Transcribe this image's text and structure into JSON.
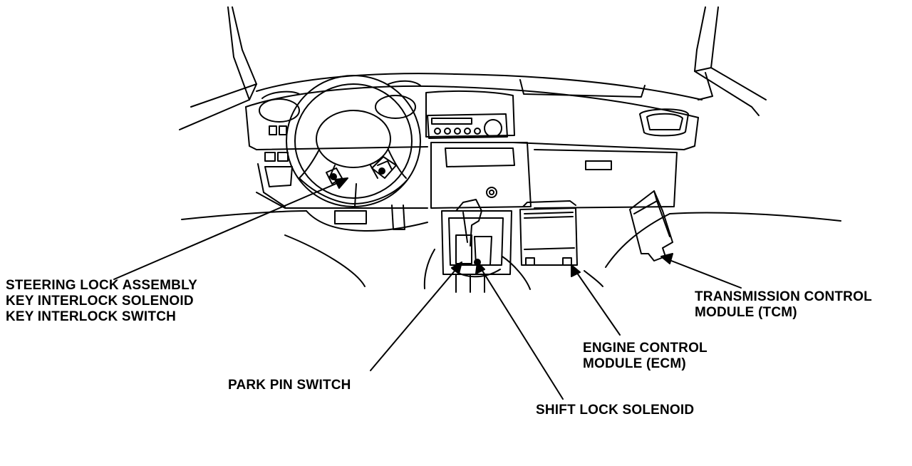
{
  "labels": {
    "steering_lock": [
      "STEERING LOCK ASSEMBLY",
      "KEY INTERLOCK SOLENOID",
      "KEY INTERLOCK SWITCH"
    ],
    "park_pin": "PARK PIN SWITCH",
    "shift_lock": "SHIFT LOCK SOLENOID",
    "ecm": [
      "ENGINE CONTROL",
      "MODULE (ECM)"
    ],
    "tcm": [
      "TRANSMISSION CONTROL",
      "MODULE (TCM)"
    ]
  },
  "colors": {
    "ink": "#000000",
    "paper": "#ffffff"
  }
}
